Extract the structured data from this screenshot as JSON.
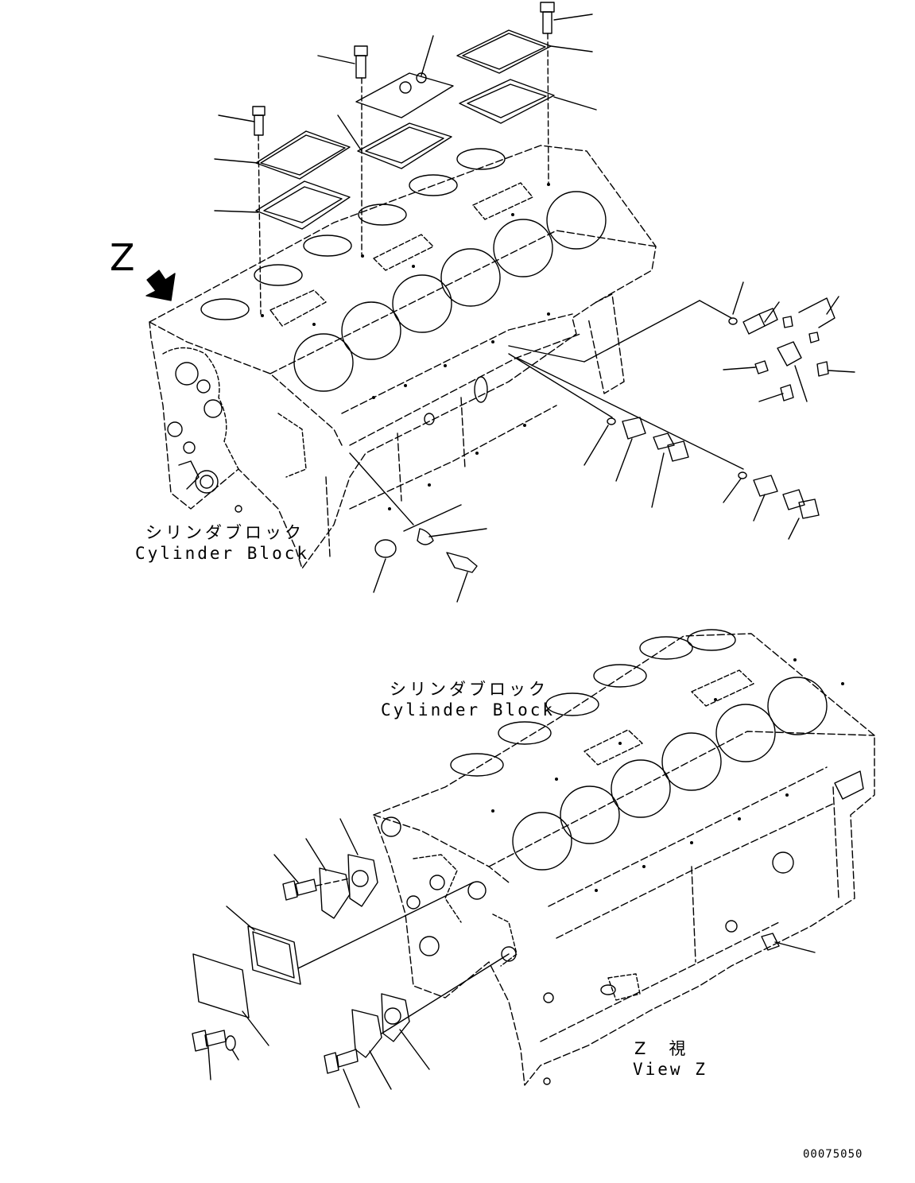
{
  "labels": {
    "top_block_ja": "シリンダブロック",
    "top_block_en": "Cylinder Block",
    "view_arrow": "Z",
    "bottom_block_ja": "シリンダブロック",
    "bottom_block_en": "Cylinder Block",
    "view_ja": "Z　視",
    "view_en": "View Z",
    "drawing_code": "00075050"
  },
  "colors": {
    "line": "#000000",
    "background": "#ffffff"
  }
}
